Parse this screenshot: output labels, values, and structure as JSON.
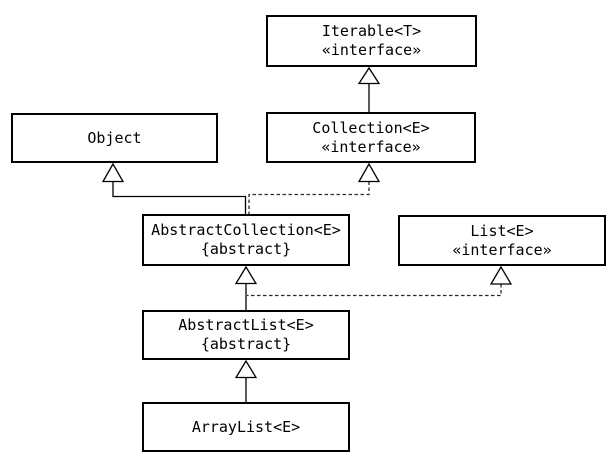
{
  "diagram": {
    "kind": "uml-class-diagram",
    "colors": {
      "background": "#ffffff",
      "box_fill": "#ffffff",
      "box_border": "#000000",
      "text": "#000000",
      "edge": "#000000"
    },
    "nodes": [
      {
        "id": "iterable",
        "name": "Iterable<T>",
        "stereotype": "«interface»"
      },
      {
        "id": "collection",
        "name": "Collection<E>",
        "stereotype": "«interface»"
      },
      {
        "id": "object",
        "name": "Object",
        "stereotype": ""
      },
      {
        "id": "abstract-collection",
        "name": "AbstractCollection<E>",
        "stereotype": "{abstract}"
      },
      {
        "id": "list",
        "name": "List<E>",
        "stereotype": "«interface»"
      },
      {
        "id": "abstract-list",
        "name": "AbstractList<E>",
        "stereotype": "{abstract}"
      },
      {
        "id": "array-list",
        "name": "ArrayList<E>",
        "stereotype": ""
      }
    ],
    "edges": [
      {
        "from": "Collection<E>",
        "to": "Iterable<T>",
        "type": "generalization",
        "line": "solid",
        "arrowhead": "hollow-triangle"
      },
      {
        "from": "AbstractCollection<E>",
        "to": "Object",
        "type": "generalization",
        "line": "solid",
        "arrowhead": "hollow-triangle"
      },
      {
        "from": "AbstractCollection<E>",
        "to": "Collection<E>",
        "type": "realization",
        "line": "dashed",
        "arrowhead": "hollow-triangle"
      },
      {
        "from": "AbstractList<E>",
        "to": "AbstractCollection<E>",
        "type": "generalization",
        "line": "solid",
        "arrowhead": "hollow-triangle"
      },
      {
        "from": "AbstractList<E>",
        "to": "List<E>",
        "type": "realization",
        "line": "dashed",
        "arrowhead": "hollow-triangle"
      },
      {
        "from": "ArrayList<E>",
        "to": "AbstractList<E>",
        "type": "generalization",
        "line": "solid",
        "arrowhead": "hollow-triangle"
      }
    ]
  }
}
